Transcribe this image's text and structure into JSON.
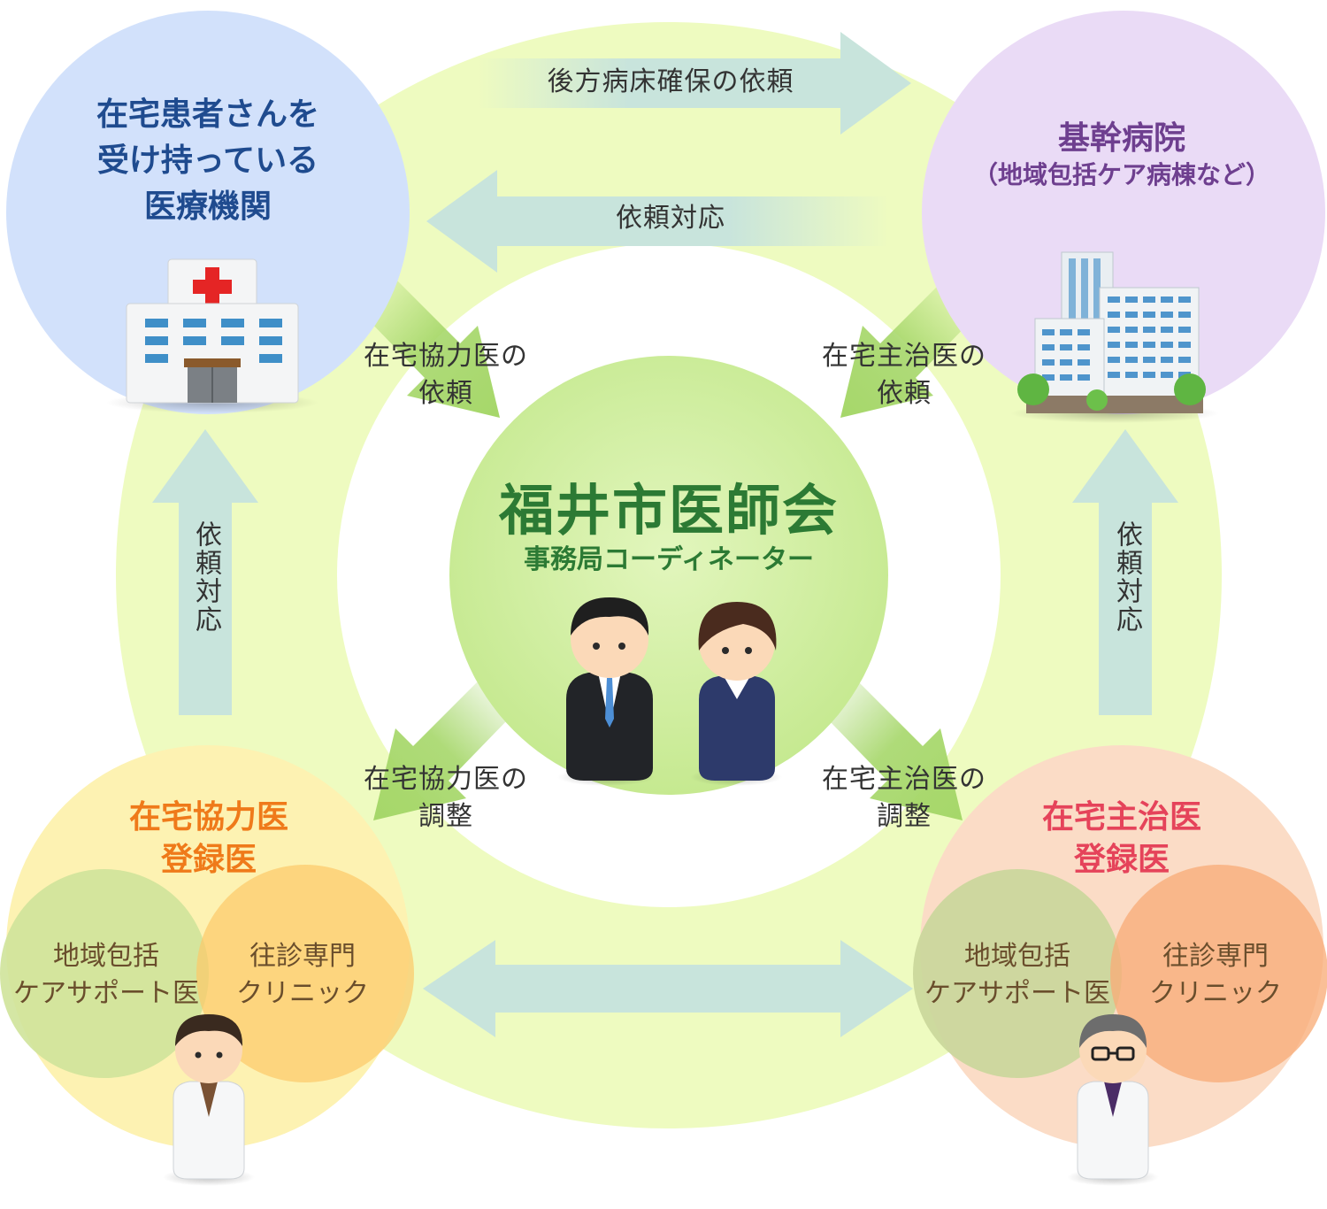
{
  "colors": {
    "ring": "#eefbc0",
    "arrow": "#c8e4dc",
    "green_arrow": "#a6d76a",
    "hospital_circle": "#d2e1fb",
    "base_hospital_circle": "#eadbf6",
    "cooperating_circle": "#fdf2b2",
    "attending_circle": "#fbdcc6",
    "center_circle": "#cfee9c"
  },
  "nodes": {
    "home_hospital": {
      "title_lines": [
        "在宅患者さんを",
        "受け持っている",
        "医療機関"
      ],
      "icon": "clinic-building-icon"
    },
    "base_hospital": {
      "title": "基幹病院",
      "subtitle": "（地域包括ケア病棟など）",
      "icon": "hospital-tower-icon"
    },
    "center": {
      "title": "福井市医師会",
      "subtitle": "事務局コーディネーター",
      "icon": "two-staff-icon"
    },
    "cooperating_doctor": {
      "title_lines": [
        "在宅協力医",
        "登録医"
      ],
      "sub_left_lines": [
        "地域包括",
        "ケアサポート医"
      ],
      "sub_right_lines": [
        "往診専門",
        "クリニック"
      ],
      "icon": "doctor-icon"
    },
    "attending_doctor": {
      "title_lines": [
        "在宅主治医",
        "登録医"
      ],
      "sub_left_lines": [
        "地域包括",
        "ケアサポート医"
      ],
      "sub_right_lines": [
        "往診専門",
        "クリニック"
      ],
      "icon": "doctor-glasses-icon"
    }
  },
  "arrows": {
    "top_right": "後方病床確保の依頼",
    "top_left": "依頼対応",
    "left_up": "依頼対応",
    "right_up": "依頼対応",
    "diag_tl_lines": [
      "在宅協力医の",
      "依頼"
    ],
    "diag_tr_lines": [
      "在宅主治医の",
      "依頼"
    ],
    "diag_bl_lines": [
      "在宅協力医の",
      "調整"
    ],
    "diag_br_lines": [
      "在宅主治医の",
      "調整"
    ]
  }
}
